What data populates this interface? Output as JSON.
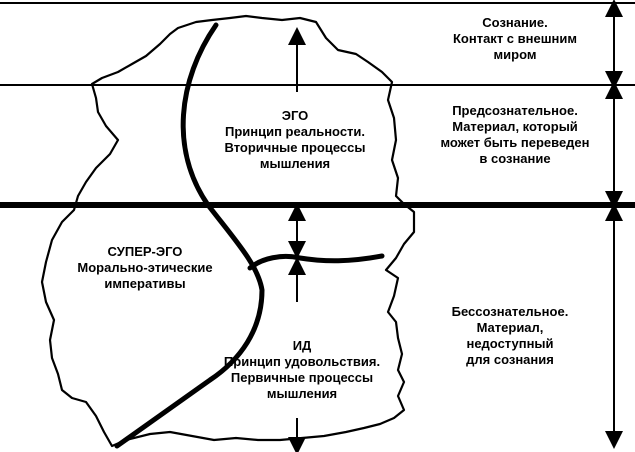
{
  "levels": {
    "conscious": [
      "Сознание.",
      "Контакт с внешним",
      "миром"
    ],
    "preconscious": [
      "Предсознательное.",
      "Материал, который",
      "может быть переведен",
      "в сознание"
    ],
    "unconscious": [
      "Бессознательное.",
      "Материал,",
      "недоступный",
      "для сознания"
    ]
  },
  "structures": {
    "ego": [
      "ЭГО",
      "Принцип реальности.",
      "Вторичные процессы",
      "мышления"
    ],
    "superego": [
      "СУПЕР-ЭГО",
      "Морально-этические",
      "императивы"
    ],
    "id": [
      "ИД",
      "Принцип удовольствия.",
      "Первичные процессы",
      "мышления"
    ]
  }
}
